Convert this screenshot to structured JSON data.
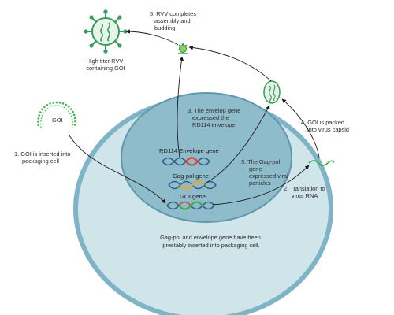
{
  "labels": {
    "step1": [
      "1.  GOI is inserted into",
      "packaging cell"
    ],
    "step2": [
      "2.  Translation to",
      "virus RNA"
    ],
    "step3_envelope": [
      "3. The envelop gene",
      "expressed the",
      "RD114 envelope"
    ],
    "step3_gagpol": [
      "3.  The Gag-pol",
      "gene",
      "expressed viral",
      "particles"
    ],
    "step4": [
      "4.  GOI is packed",
      "into virus capsid"
    ],
    "step5": [
      "5. RVV completes",
      "assembly and",
      "budding"
    ],
    "high_titer": [
      "High titer RVV",
      "containing GOI"
    ],
    "goi_plasmid": "GOI",
    "rd114_gene": "RD114 Envelope gene",
    "gagpol_gene": "Gag-pol gene",
    "goi_gene": "GOI gene",
    "bottom_note": [
      "Gag-pol and envelope gene  have been",
      "prestably inserted into packaging cell."
    ]
  },
  "colors": {
    "cell_fill": "#cfe5ea",
    "cell_stroke": "#7fb3c6",
    "nucleus_fill": "#8fbccb",
    "nucleus_stroke": "#5f98ad",
    "dna_blue": "#2f5c8a",
    "dna_highlight_rd114": "#e0463a",
    "dna_highlight_gagpol": "#e6a92a",
    "dna_highlight_goi": "#3ab34a",
    "rna_green": "#3ab34a",
    "virus_green": "#3a9a5a",
    "virus_fill": "#dcefe2"
  }
}
